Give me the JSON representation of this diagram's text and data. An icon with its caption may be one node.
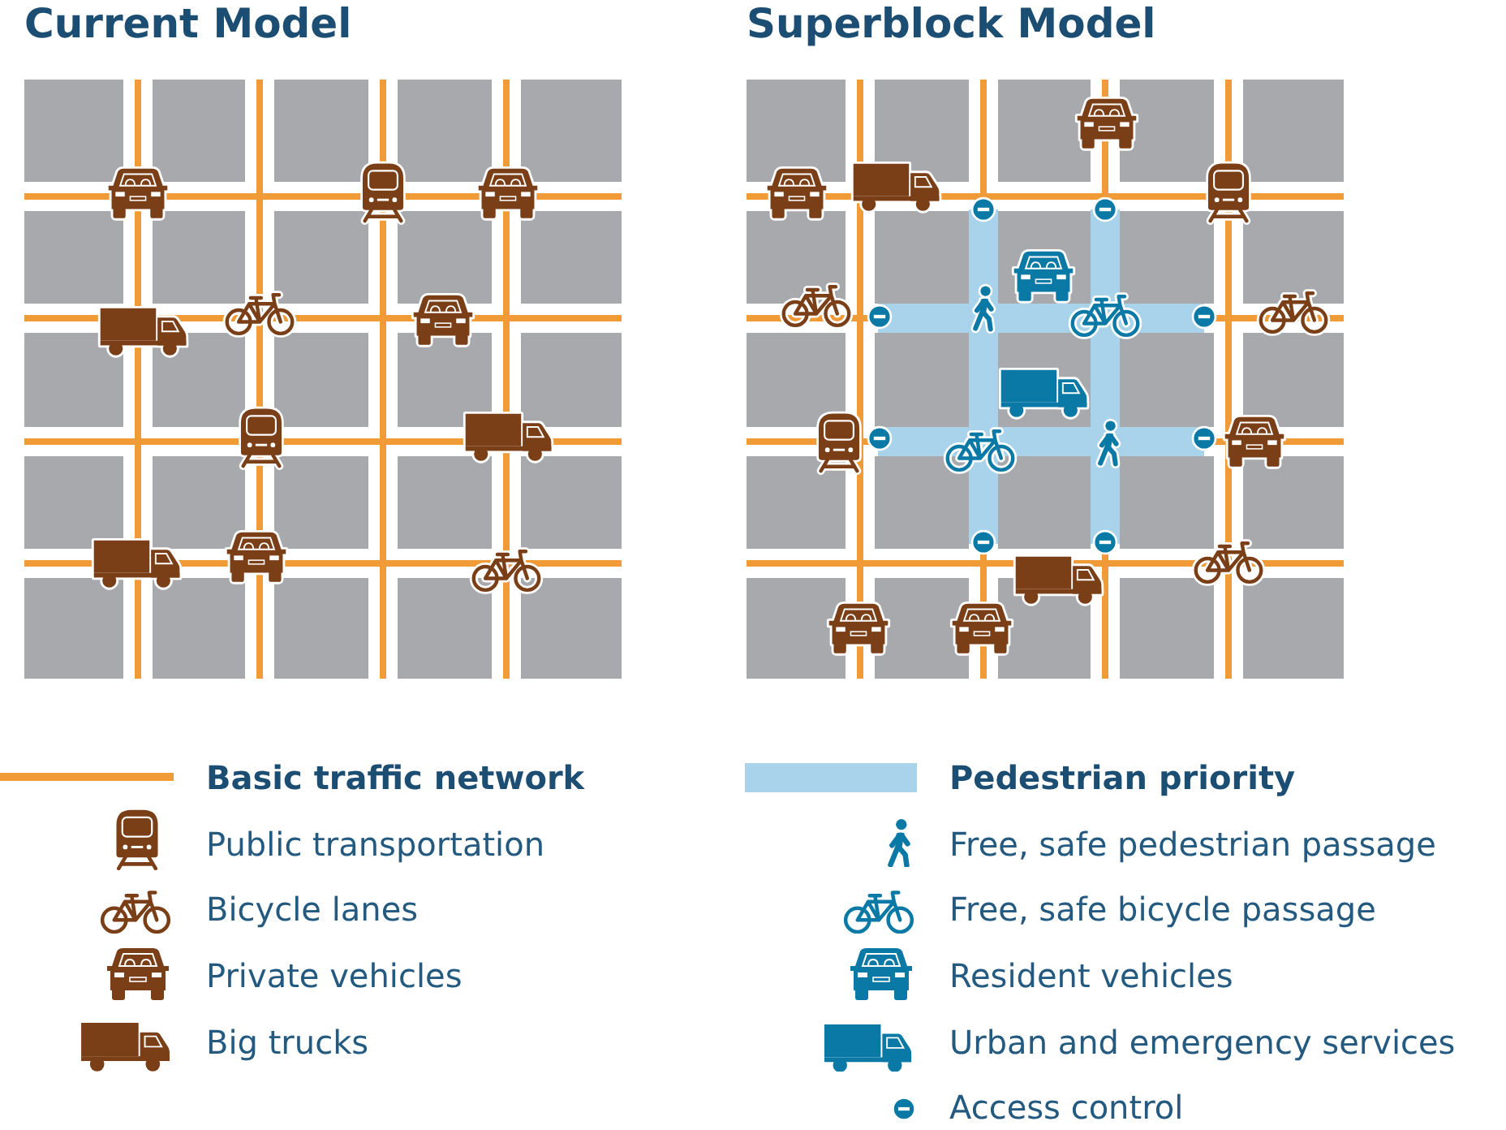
{
  "diagram": {
    "labels": [
      "Current Model",
      "Superblock Model"
    ],
    "legend": [
      {
        "text": "Basic traffic network"
      },
      {
        "text": "Public transportation"
      },
      {
        "text": "Bicycle lanes"
      },
      {
        "text": "Private vehicles"
      },
      {
        "text": "Big trucks"
      },
      {
        "text": "Pedestrian priority",
        "color": "#a9d3eb"
      },
      {
        "text": "Free, safe pedestrian passage"
      },
      {
        "text": "Free, safe bicycle passage"
      },
      {
        "text": "Resident vehicles"
      },
      {
        "text": "Urban and emergency services"
      },
      {
        "text": "Access control"
      }
    ]
  }
}
